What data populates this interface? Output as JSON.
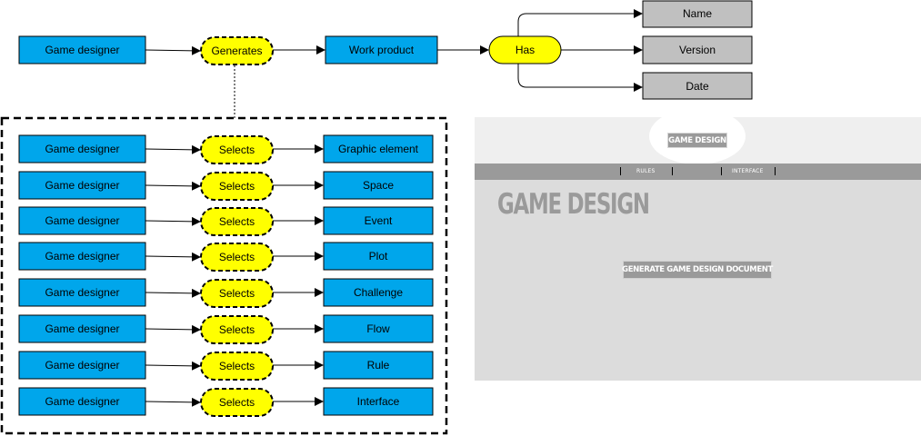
{
  "top_flow": {
    "actor": "Game designer",
    "action": "Generates",
    "product": "Work product",
    "relation": "Has",
    "attributes": [
      "Name",
      "Version",
      "Date"
    ]
  },
  "selection_group": {
    "rows": [
      {
        "actor": "Game designer",
        "action": "Selects",
        "target": "Graphic element"
      },
      {
        "actor": "Game designer",
        "action": "Selects",
        "target": "Space"
      },
      {
        "actor": "Game designer",
        "action": "Selects",
        "target": "Event"
      },
      {
        "actor": "Game designer",
        "action": "Selects",
        "target": "Plot"
      },
      {
        "actor": "Game designer",
        "action": "Selects",
        "target": "Challenge"
      },
      {
        "actor": "Game designer",
        "action": "Selects",
        "target": "Flow"
      },
      {
        "actor": "Game designer",
        "action": "Selects",
        "target": "Rule"
      },
      {
        "actor": "Game designer",
        "action": "Selects",
        "target": "Interface"
      }
    ]
  },
  "mockup": {
    "logo_label": "GAME DESIGN",
    "nav_items": [
      "RULES",
      "INTERFACE"
    ],
    "title": "GAME DESIGN",
    "button_label": "GENERATE GAME DESIGN DOCUMENT"
  },
  "colors": {
    "blue_box": "#00a6eb",
    "yellow_pill": "#ffff00",
    "gray_box": "#c0c0c0",
    "mock_gray": "#9a9a9a"
  }
}
